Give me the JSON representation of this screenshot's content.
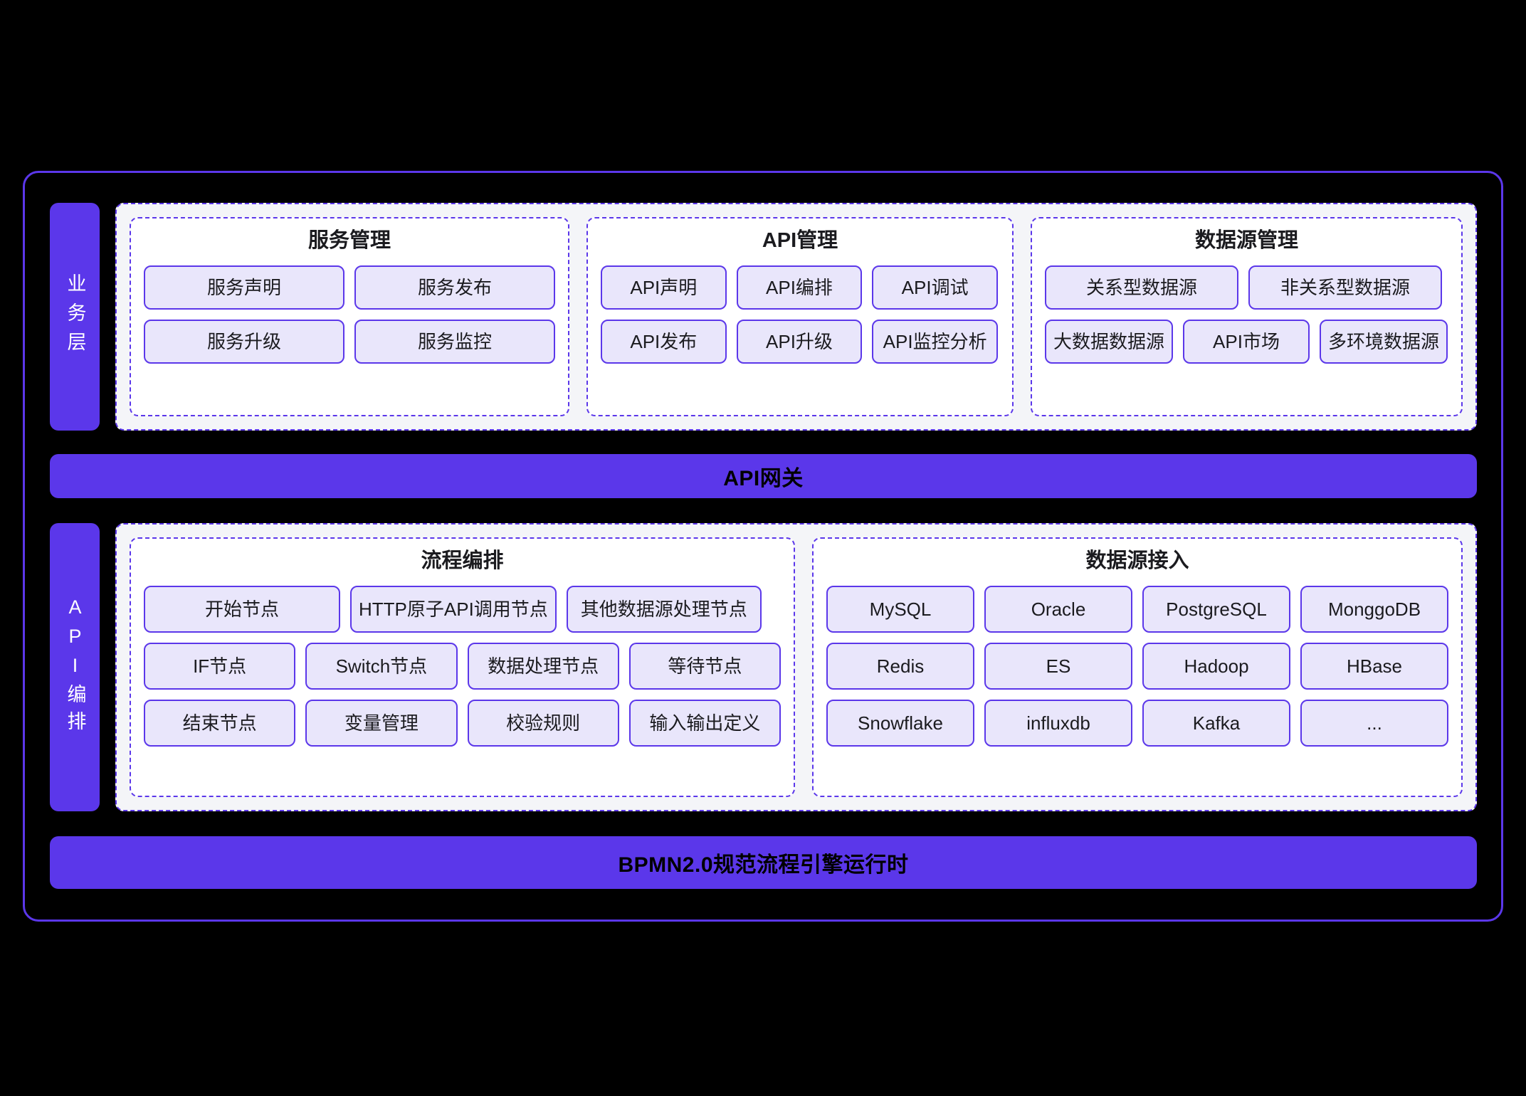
{
  "theme": {
    "background": "#000000",
    "accent": "#5b37ea",
    "panel_bg": "#f4f5f8",
    "card_bg": "#ffffff",
    "chip_bg": "#e9e6fb",
    "chip_border": "#5b37ea",
    "text": "#1b1b1f"
  },
  "business_layer": {
    "side_label": "业务层",
    "groups": [
      {
        "title": "服务管理",
        "items": [
          "服务声明",
          "服务发布",
          "服务升级",
          "服务监控"
        ]
      },
      {
        "title": "API管理",
        "items": [
          "API声明",
          "API编排",
          "API调试",
          "API发布",
          "API升级",
          "API监控分析"
        ]
      },
      {
        "title": "数据源管理",
        "items": [
          "关系型数据源",
          "非关系型数据源",
          "大数据数据源",
          "API市场",
          "多环境数据源"
        ]
      }
    ]
  },
  "gateway": {
    "label": "API网关"
  },
  "orchestration_layer": {
    "side_label": "API编排",
    "groups": [
      {
        "title": "流程编排",
        "items": [
          "开始节点",
          "HTTP原子API调用节点",
          "其他数据源处理节点",
          "IF节点",
          "Switch节点",
          "数据处理节点",
          "等待节点",
          "结束节点",
          "变量管理",
          "校验规则",
          "输入输出定义"
        ]
      },
      {
        "title": "数据源接入",
        "items": [
          "MySQL",
          "Oracle",
          "PostgreSQL",
          "MonggoDB",
          "Redis",
          "ES",
          "Hadoop",
          "HBase",
          "Snowflake",
          "influxdb",
          "Kafka",
          "..."
        ]
      }
    ]
  },
  "runtime": {
    "label": "BPMN2.0规范流程引擎运行时"
  }
}
